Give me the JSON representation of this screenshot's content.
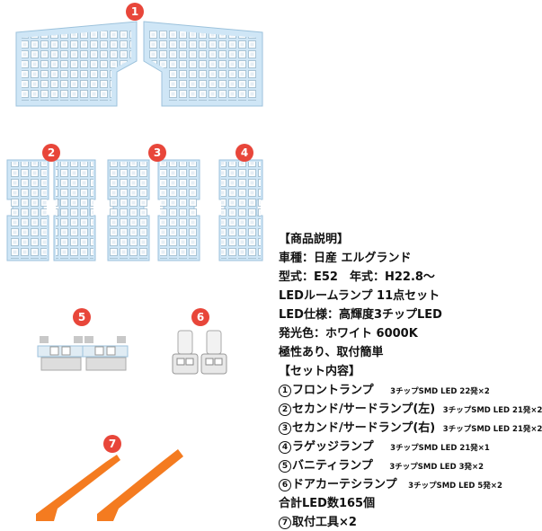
{
  "badges": {
    "b1": "1",
    "b2": "2",
    "b3": "3",
    "b4": "4",
    "b5": "5",
    "b6": "6",
    "b7": "7"
  },
  "spec": {
    "header": "【商品説明】",
    "model": "車種：日産 エルグランド",
    "type": "型式：E52　年式：H22.8～",
    "set": "LEDルームランプ 11点セット",
    "led_spec": "LED仕様：高輝度3チップLED",
    "color": "発光色：ホワイト 6000K",
    "polarity": "極性あり、取付簡単",
    "contents_header": "【セット内容】",
    "items": [
      {
        "num": "1",
        "name": "フロントランプ",
        "detail": "3チップSMD LED 22発×2"
      },
      {
        "num": "2",
        "name": "セカンド/サードランプ(左)",
        "detail": "3チップSMD LED 21発×2"
      },
      {
        "num": "3",
        "name": "セカンド/サードランプ(右)",
        "detail": "3チップSMD LED 21発×2"
      },
      {
        "num": "4",
        "name": "ラゲッジランプ",
        "detail": "3チップSMD LED 21発×1"
      },
      {
        "num": "5",
        "name": "バニティランプ",
        "detail": "3チップSMD LED 3発×2"
      },
      {
        "num": "6",
        "name": "ドアカーテシランプ",
        "detail": "3チップSMD LED 5発×2"
      }
    ],
    "total": "合計LED数165個",
    "tool": {
      "num": "7",
      "name": "取付工具×2"
    }
  },
  "colors": {
    "badge": "#e8463a",
    "board": "#cfe6f6",
    "led": "#ffffff",
    "tool": "#f47b20"
  }
}
